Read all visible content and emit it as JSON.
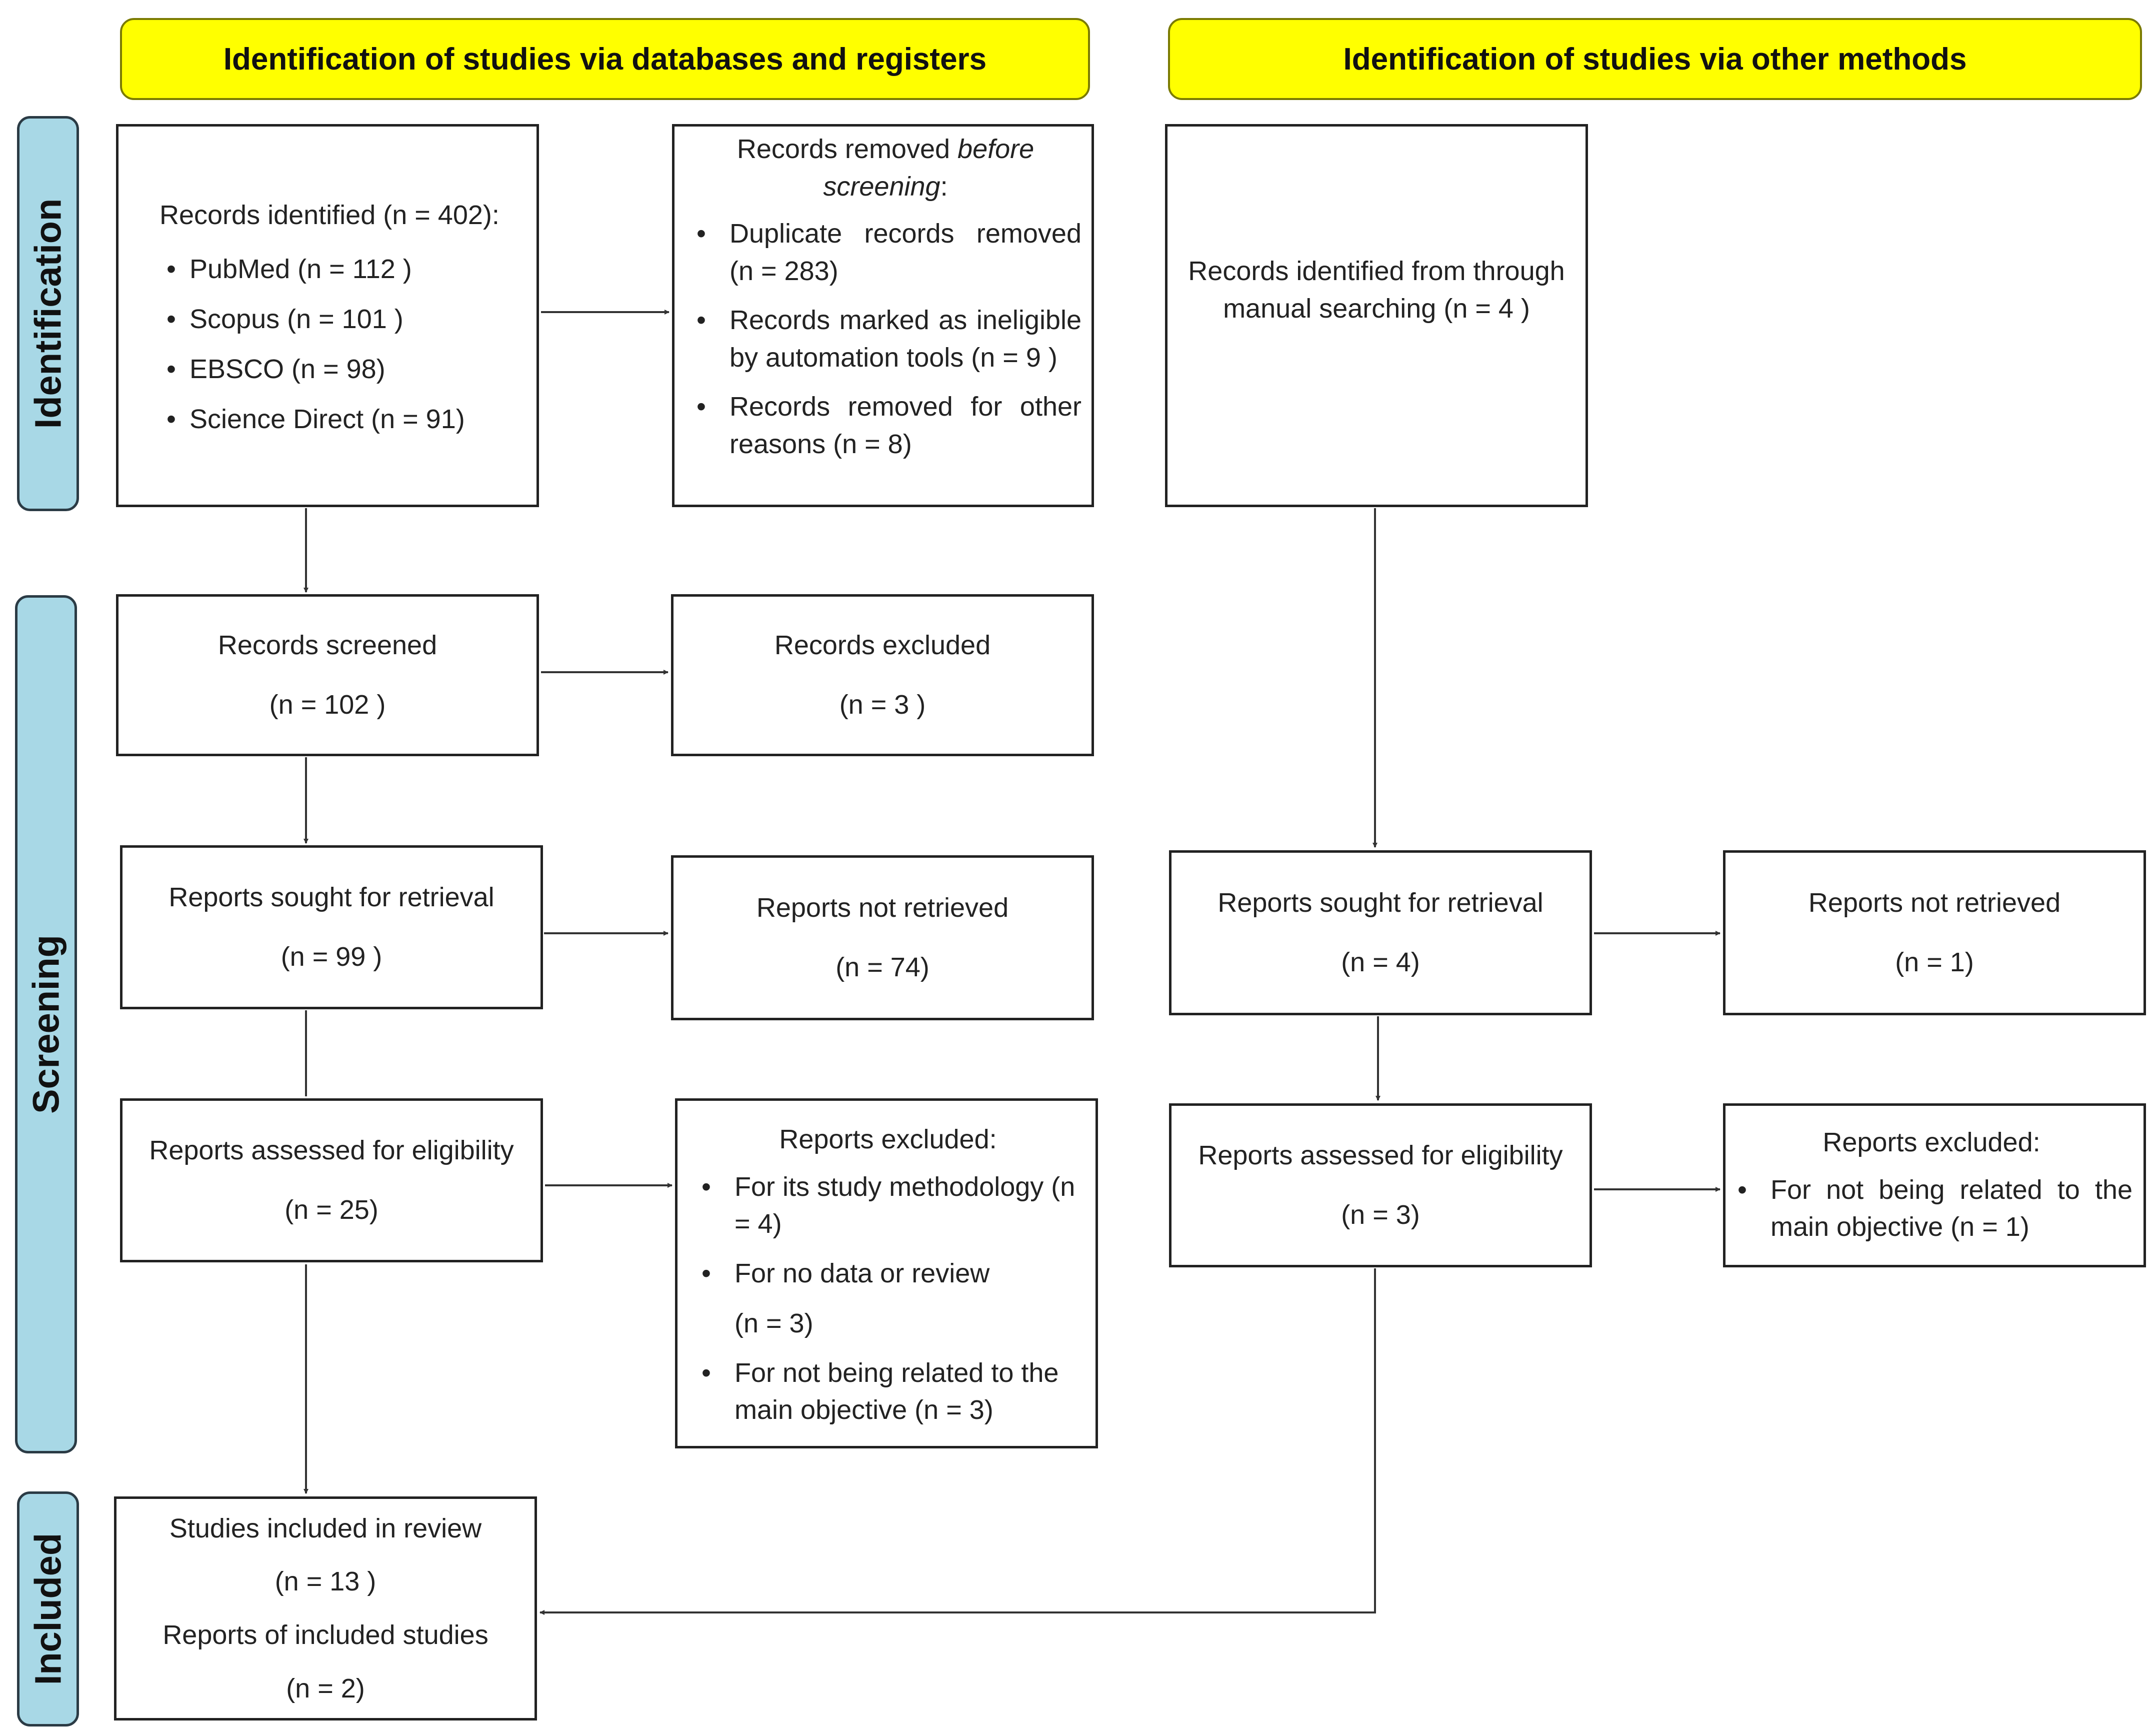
{
  "headers": {
    "left": "Identification of studies via databases and registers",
    "right": "Identification of studies via other methods"
  },
  "phases": {
    "identification": "Identification",
    "screening": "Screening",
    "included": "Included"
  },
  "db": {
    "identified": {
      "title": "Records identified (n = 402):",
      "items": [
        "PubMed (n = 112 )",
        "Scopus (n = 101 )",
        "EBSCO  (n = 98)",
        "Science Direct (n = 91)"
      ]
    },
    "removed": {
      "title_prefix": "Records removed ",
      "title_em": "before screening",
      "title_suffix": ":",
      "items": [
        "Duplicate records removed (n = 283)",
        "Records marked as ineligible by automation tools (n = 9 )",
        "Records removed for other reasons (n = 8)"
      ]
    },
    "screened": {
      "title": "Records screened",
      "n": "(n = 102 )"
    },
    "excluded": {
      "title": "Records excluded",
      "n": "(n = 3 )"
    },
    "sought": {
      "title": "Reports sought for retrieval",
      "n": "(n = 99 )"
    },
    "not_retrieved": {
      "title": "Reports not retrieved",
      "n": "(n = 74)"
    },
    "assessed": {
      "title": "Reports assessed for eligibility",
      "n": "(n = 25)"
    },
    "reports_excluded": {
      "title": "Reports excluded:",
      "items": [
        "For its study methodology (n = 4)",
        "For no data or review",
        "For not being related to the main objective (n = 3)"
      ],
      "extra": "(n = 3)"
    },
    "included": {
      "studies": "Studies included in review",
      "studies_n": "(n = 13 )",
      "reports": "Reports of included studies",
      "reports_n": "(n =  2)"
    }
  },
  "other": {
    "identified": "Records identified from through manual searching  (n = 4 )",
    "sought": {
      "title": "Reports sought for retrieval",
      "n": "(n = 4)"
    },
    "not_retrieved": {
      "title": "Reports not retrieved",
      "n": "(n = 1)"
    },
    "assessed": {
      "title": "Reports assessed for eligibility",
      "n": "(n = 3)"
    },
    "excluded": {
      "title": "Reports excluded:",
      "items": [
        "For not being related to the main objective (n = 1)"
      ]
    }
  }
}
